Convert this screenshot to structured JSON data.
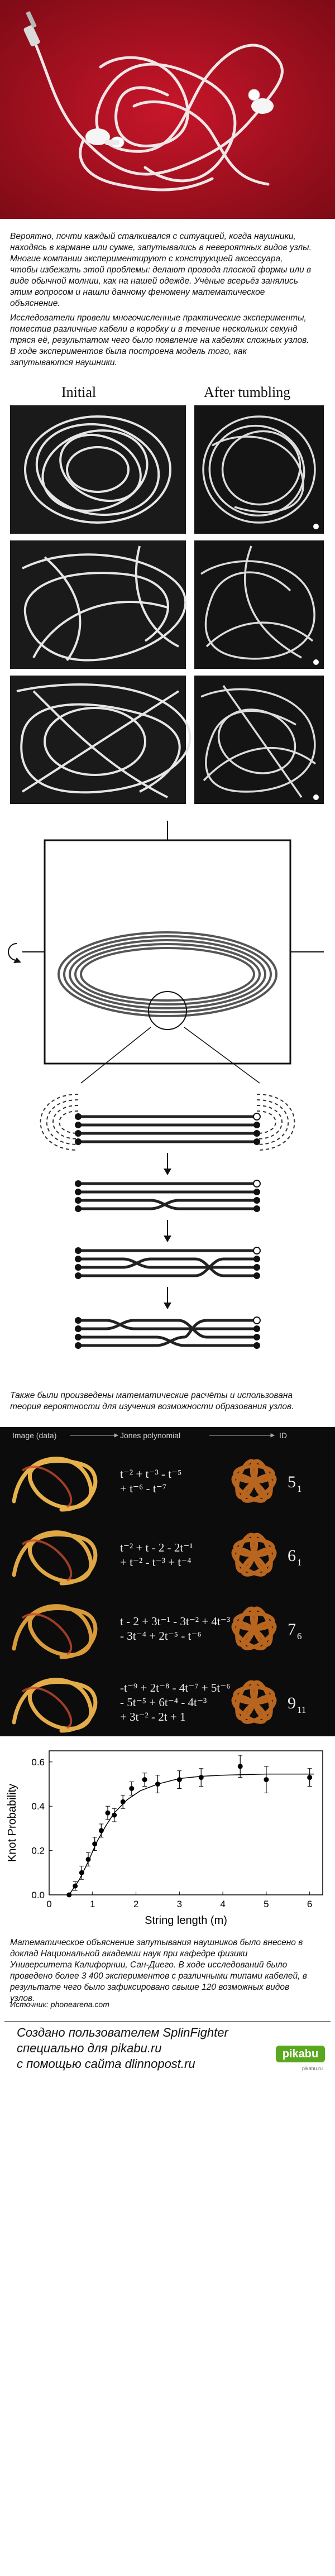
{
  "paragraphs": {
    "p1": "Вероятно, почти каждый сталкивался с ситуацией, когда наушники, находясь в кармане или сумке, запутывались в невероятных видов узлы. Многие компании экспериментируют с конструкцией аксессуара, чтобы избежать этой проблемы: делают провода плоской формы или в виде обычной молнии, как на нашей одежде. Учёные всерьёз занялись этим вопросом и нашли данному феномену математическое объяснение.",
    "p2": "Исследователи провели многочисленные практические эксперименты, поместив различные кабели в коробку и в течение нескольких секунд тряся её, результатом чего было появление на кабелях сложных узлов. В ходе экспериментов была построена модель того, как запутываются наушники.",
    "p3": "Также были произведены математические расчёты и использована теория вероятности для изучения возможности образования узлов.",
    "p4": "Математическое объяснение запутывания наушников было внесено в доклад Национальной академии наук при кафедре физики Университета Калифорнии, Сан-Диего. В ходе исследований было проведено более 3 400 экспериментов с различными типами кабелей, в результате чего было зафиксировано свыше 120 возможных видов узлов."
  },
  "panel_headers": {
    "initial": "Initial",
    "after": "After tumbling"
  },
  "knot_table": {
    "headers": [
      "Image (data)",
      "Jones polynomial",
      "ID"
    ],
    "rows": [
      {
        "formula_lines": [
          "t⁻² + t⁻³ - t⁻⁵",
          "+ t⁻⁶ - t⁻⁷"
        ],
        "id": "5",
        "id_sub": "1"
      },
      {
        "formula_lines": [
          "t⁻² + t - 2 - 2t⁻¹",
          "+ t⁻² - t⁻³ + t⁻⁴"
        ],
        "id": "6",
        "id_sub": "1"
      },
      {
        "formula_lines": [
          "t - 2 + 3t⁻¹ - 3t⁻² + 4t⁻³",
          "- 3t⁻⁴ + 2t⁻⁵ - t⁻⁶"
        ],
        "id": "7",
        "id_sub": "6"
      },
      {
        "formula_lines": [
          "-t⁻⁹ + 2t⁻⁸ - 4t⁻⁷ + 5t⁻⁶",
          "- 5t⁻⁵ + 6t⁻⁴ - 4t⁻³",
          "+ 3t⁻² - 2t + 1"
        ],
        "id": "9",
        "id_sub": "11"
      }
    ]
  },
  "chart_data": {
    "type": "scatter",
    "xlabel": "String length (m)",
    "ylabel": "Knot Probability",
    "xlim": [
      0,
      6.3
    ],
    "ylim": [
      0,
      0.65
    ],
    "x_ticks": [
      "0",
      "1",
      "2",
      "3",
      "4",
      "5",
      "6"
    ],
    "y_ticks": [
      "0.0",
      "0.2",
      "0.4",
      "0.6"
    ],
    "points": [
      {
        "x": 0.46,
        "y": 0.0,
        "err": 0.0
      },
      {
        "x": 0.6,
        "y": 0.04,
        "err": 0.02
      },
      {
        "x": 0.75,
        "y": 0.1,
        "err": 0.03
      },
      {
        "x": 0.9,
        "y": 0.16,
        "err": 0.03
      },
      {
        "x": 1.05,
        "y": 0.23,
        "err": 0.03
      },
      {
        "x": 1.2,
        "y": 0.29,
        "err": 0.03
      },
      {
        "x": 1.35,
        "y": 0.37,
        "err": 0.03
      },
      {
        "x": 1.5,
        "y": 0.36,
        "err": 0.03
      },
      {
        "x": 1.7,
        "y": 0.42,
        "err": 0.03
      },
      {
        "x": 1.9,
        "y": 0.48,
        "err": 0.03
      },
      {
        "x": 2.2,
        "y": 0.52,
        "err": 0.03
      },
      {
        "x": 2.5,
        "y": 0.5,
        "err": 0.04
      },
      {
        "x": 3.0,
        "y": 0.52,
        "err": 0.04
      },
      {
        "x": 3.5,
        "y": 0.53,
        "err": 0.04
      },
      {
        "x": 4.4,
        "y": 0.58,
        "err": 0.05
      },
      {
        "x": 5.0,
        "y": 0.52,
        "err": 0.06
      },
      {
        "x": 6.0,
        "y": 0.53,
        "err": 0.04
      }
    ],
    "curve": {
      "x": [
        0.46,
        0.7,
        0.9,
        1.1,
        1.3,
        1.5,
        1.8,
        2.1,
        2.5,
        3.0,
        3.5,
        4.0,
        5.0,
        6.1
      ],
      "y": [
        0.0,
        0.07,
        0.15,
        0.24,
        0.31,
        0.37,
        0.43,
        0.47,
        0.5,
        0.525,
        0.535,
        0.54,
        0.545,
        0.545
      ]
    }
  },
  "source": "Источник: phonearena.com",
  "footer": {
    "line1": "Создано пользователем SplinFighter",
    "line2": "специально для pikabu.ru",
    "line3": "с помощью сайта dlinnopost.ru",
    "logo_text": "pikabu",
    "logo_sub": "pikabu.ru"
  },
  "colors": {
    "banner_red": "#b51022",
    "dark_panel": "#0c0c0c",
    "pikabu_green": "#5aa81e"
  }
}
